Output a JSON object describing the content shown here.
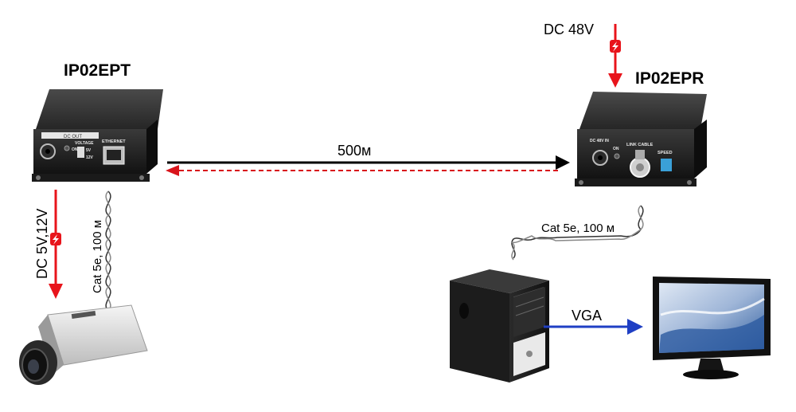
{
  "transmitter": {
    "name": "IP02EPT",
    "panel_label": "DC OUT",
    "voltage_label": "VOLTAGE",
    "v1": "5V",
    "v2": "12V",
    "ethernet_label": "ETHERNET",
    "on_label": "ON"
  },
  "receiver": {
    "name": "IP02EPR",
    "dc_in_label": "DC 48V IN",
    "link_label": "LINK CABLE",
    "speed_label": "SPEED",
    "on_label": "ON"
  },
  "power": {
    "receiver_supply": "DC 48V",
    "camera_supply": "DC 5V,12V"
  },
  "links": {
    "coax_distance": "500м",
    "cable_camera": "Cat 5e, 100 м",
    "cable_pc": "Cat 5e, 100 м",
    "video_link": "VGA"
  },
  "colors": {
    "power_arrow": "#e8141b",
    "coax_arrow": "#000000",
    "return_arrow": "#d9141b",
    "vga_arrow": "#1f3fc4",
    "device_body": "#1c1c1c"
  },
  "icons": {
    "power_bolt": "lightning-bolt-icon",
    "camera": "cctv-camera-icon",
    "pc": "pc-tower-icon",
    "monitor": "monitor-icon"
  }
}
